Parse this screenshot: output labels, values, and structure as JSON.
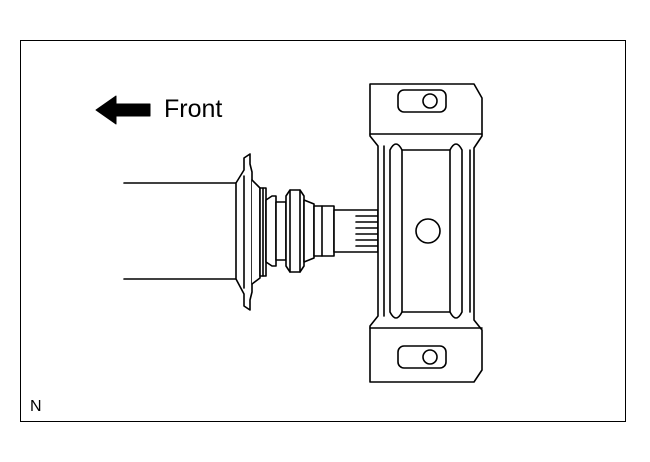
{
  "figure": {
    "direction_label": "Front",
    "corner_label": "N",
    "stroke_color": "#000000",
    "background_color": "#ffffff",
    "parts": [
      "front-direction-arrow-icon",
      "propeller-shaft",
      "flange-yoke",
      "spline-stub",
      "center-support-bearing",
      "mounting-bolt-hole"
    ]
  }
}
